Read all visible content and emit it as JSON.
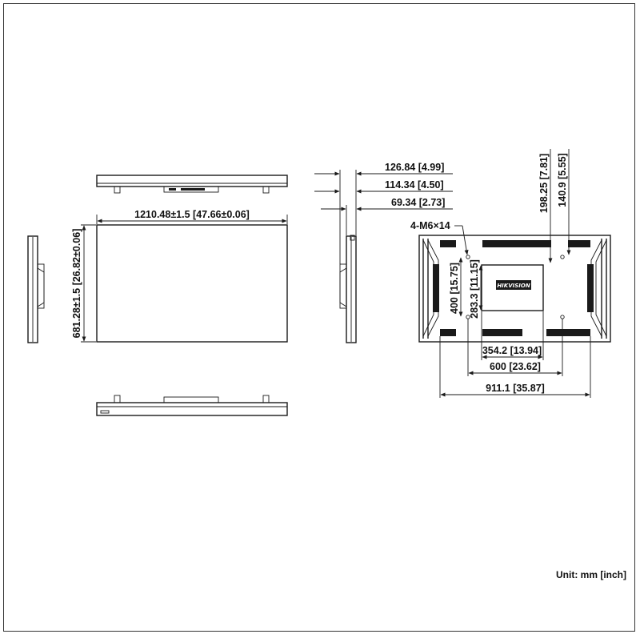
{
  "drawing": {
    "unit_note": "Unit: mm [inch]",
    "dimensions": {
      "front_width": "1210.48±1.5 [47.66±0.06]",
      "front_height": "681.28±1.5 [26.82±0.06]",
      "depth_total": "126.84 [4.99]",
      "depth_mid": "114.34 [4.50]",
      "depth_body": "69.34 [2.73]",
      "mount_screws": "4-M6×14",
      "top_offset_a": "198.25 [7.81]",
      "top_offset_b": "140.9 [5.55]",
      "vesa_vertical": "400 [15.75]",
      "inner_vertical": "283.3 [11.15]",
      "inner_horizontal": "354.2 [13.94]",
      "vesa_horizontal": "600 [23.62]",
      "bracket_width": "911.1 [35.87]"
    },
    "logo_text": "HIKVISION"
  }
}
